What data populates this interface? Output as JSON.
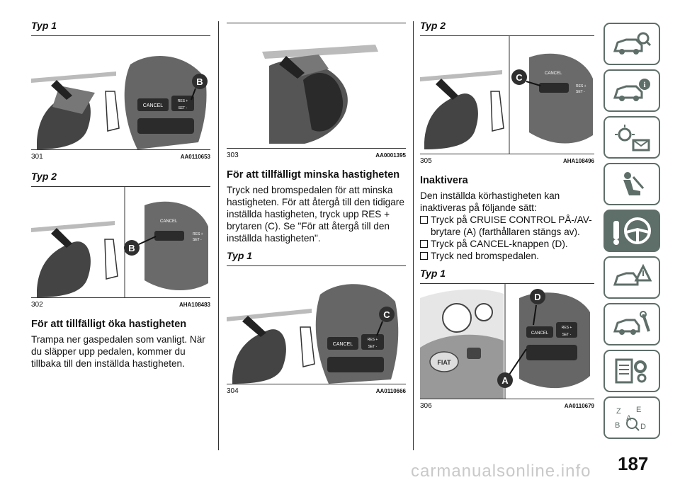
{
  "col1": {
    "heading1": "Typ 1",
    "fig1": {
      "callout": "B",
      "btn_cancel": "CANCEL",
      "btn_res": "RES +",
      "btn_set": "SET -",
      "number": "301",
      "code": "AA0110653"
    },
    "heading2": "Typ 2",
    "fig2": {
      "callout": "B",
      "btn_cancel": "CANCEL",
      "btn_res": "RES +",
      "btn_set": "SET -",
      "number": "302",
      "code": "AHA108483"
    },
    "section_title": "För att tillfälligt öka hastigheten",
    "body": "Trampa ner gaspedalen som vanligt. När du släpper upp pedalen, kommer du tillbaka till den inställda hastigheten."
  },
  "col2": {
    "fig1": {
      "number": "303",
      "code": "AA0001395"
    },
    "section_title": "För att tillfälligt minska hastigheten",
    "body": "Tryck ned bromspedalen för att minska hastigheten. För att återgå till den tidigare inställda hastigheten, tryck upp RES + brytaren (C). Se \"För att återgå till den inställda hastigheten\".",
    "heading": "Typ 1",
    "fig2": {
      "callout": "C",
      "btn_cancel": "CANCEL",
      "btn_res": "RES +",
      "btn_set": "SET -",
      "number": "304",
      "code": "AA0110666"
    }
  },
  "col3": {
    "heading1": "Typ 2",
    "fig1": {
      "callout": "C",
      "btn_cancel": "CANCEL",
      "btn_res": "RES +",
      "btn_set": "SET -",
      "number": "305",
      "code": "AHA108496"
    },
    "section_title": "Inaktivera",
    "body": "Den inställda körhastigheten kan inaktiveras på följande sätt:",
    "bullets": [
      "Tryck på CRUISE CONTROL PÅ-/AV-brytare (A) (farthållaren stängs av).",
      "Tryck på CANCEL-knappen (D).",
      "Tryck ned bromspedalen."
    ],
    "heading2": "Typ 1",
    "fig2": {
      "callout_top": "D",
      "callout_bottom": "A",
      "logo": "FIAT",
      "btn_cancel": "CANCEL",
      "btn_res": "RES +",
      "btn_set": "SET -",
      "number": "306",
      "code": "AA0110679"
    }
  },
  "nav_icons": [
    "car-search-icon",
    "car-info-icon",
    "dashboard-lights-icon",
    "seat-airbag-icon",
    "steering-wheel-key-icon",
    "warning-triangle-icon",
    "car-wrench-icon",
    "specs-gears-icon",
    "alphabet-index-icon"
  ],
  "active_nav_index": 4,
  "page_number": "187",
  "watermark": "carmanualsonline.info",
  "colors": {
    "nav_tab": "#5e6e69",
    "callout": "#2f2f2f",
    "panel_dark": "#333333"
  }
}
